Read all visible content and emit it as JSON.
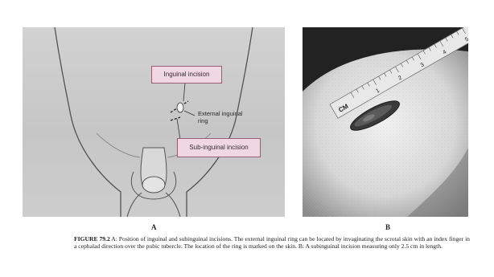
{
  "panel_a": {
    "label_inguinal": "Inguinal incision",
    "label_ring_line1": "External inguinal",
    "label_ring_line2": "ring",
    "label_subinguinal": "Sub-inguinal incision",
    "letter": "A"
  },
  "panel_b": {
    "ruler_label": "CM",
    "ruler_numbers": [
      "1",
      "2",
      "3",
      "4",
      "5"
    ],
    "letter": "B"
  },
  "caption": {
    "figure_label": "FIGURE 79.2",
    "text": " A: Position of inguinal and subinguinal incisions. The external inguinal ring can be located by invaginating the scrotal skin with an index finger in a cephalad direction over the pubic tubercle. The location of the ring is marked on the skin. B: A subinguinal incision measuring only 2.5 cm in length."
  }
}
